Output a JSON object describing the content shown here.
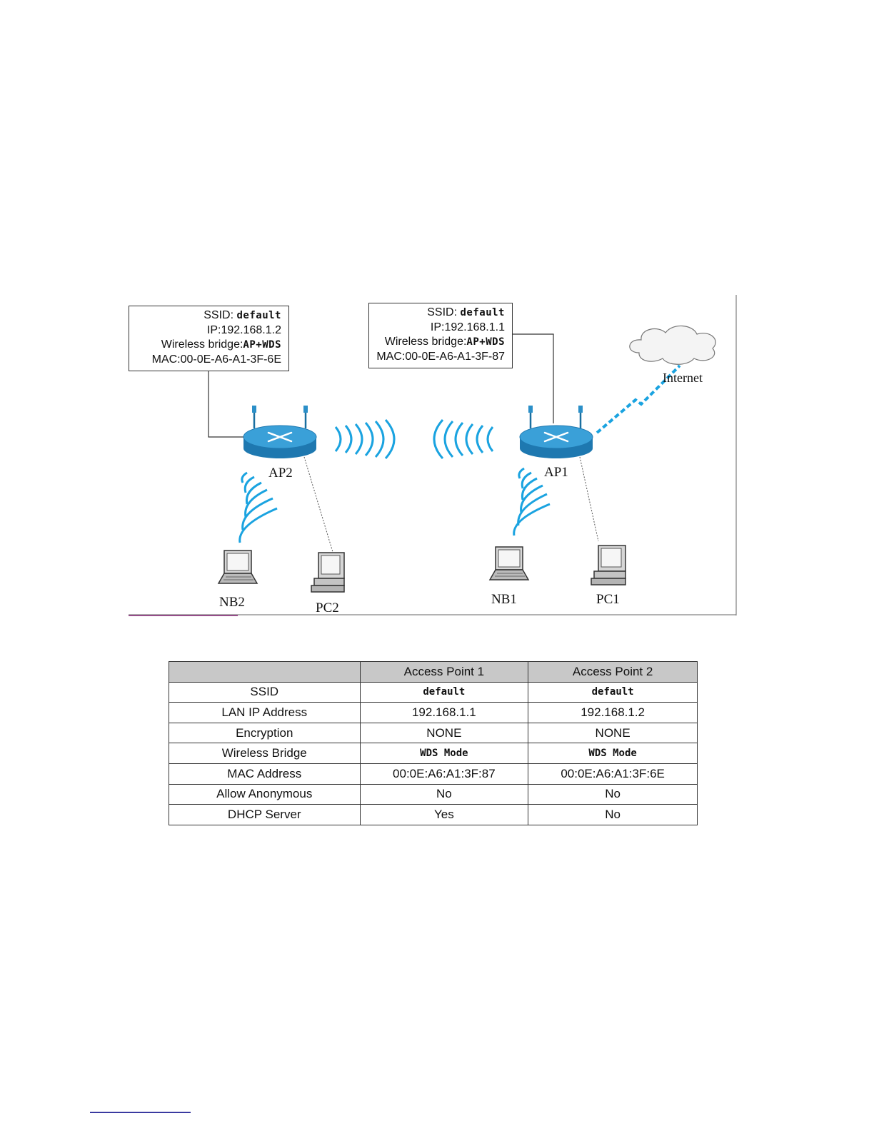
{
  "diagram": {
    "ap2_box": {
      "ssid_label": "SSID:",
      "ssid_value": "default",
      "ip": "IP:192.168.1.2",
      "bridge_label": "Wireless bridge:",
      "bridge_value": "AP+WDS",
      "mac": "MAC:00-0E-A6-A1-3F-6E"
    },
    "ap1_box": {
      "ssid_label": "SSID:",
      "ssid_value": "default",
      "ip": "IP:192.168.1.1",
      "bridge_label": "Wireless bridge:",
      "bridge_value": "AP+WDS",
      "mac": "MAC:00-0E-A6-A1-3F-87"
    },
    "labels": {
      "ap2": "AP2",
      "ap1": "AP1",
      "nb2": "NB2",
      "pc2": "PC2",
      "nb1": "NB1",
      "pc1": "PC1",
      "internet": "Internet"
    },
    "colors": {
      "router_blue": "#2b8fc8",
      "wave_blue": "#1aa3e0",
      "line_gray": "#333333"
    }
  },
  "table": {
    "headers": [
      "",
      "Access Point 1",
      "Access Point 2"
    ],
    "rows": [
      {
        "label": "SSID",
        "ap1": "default",
        "ap2": "default"
      },
      {
        "label": "LAN IP Address",
        "ap1": "192.168.1.1",
        "ap2": "192.168.1.2"
      },
      {
        "label": "Encryption",
        "ap1": "NONE",
        "ap2": "NONE"
      },
      {
        "label": "Wireless Bridge",
        "ap1": "WDS Mode",
        "ap2": "WDS Mode"
      },
      {
        "label": "MAC Address",
        "ap1": "00:0E:A6:A1:3F:87",
        "ap2": "00:0E:A6:A1:3F:6E"
      },
      {
        "label": "Allow Anonymous",
        "ap1": "No",
        "ap2": "No"
      },
      {
        "label": "DHCP Server",
        "ap1": "Yes",
        "ap2": "No"
      }
    ]
  }
}
